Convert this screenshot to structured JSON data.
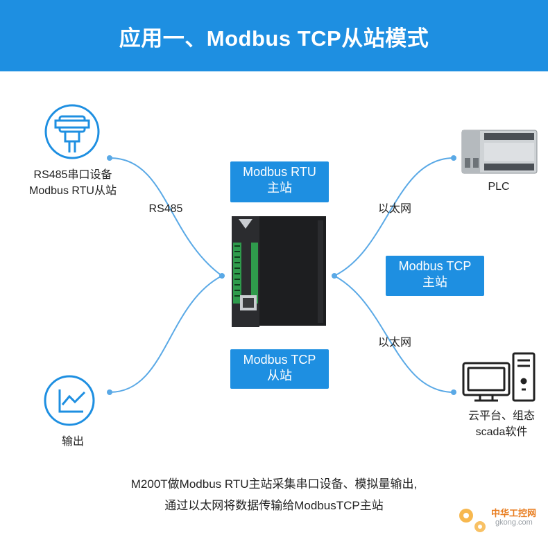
{
  "header": {
    "title": "应用一、Modbus TCP从站模式"
  },
  "nodes": {
    "serial_device": {
      "line1": "RS485串口设备",
      "line2": "Modbus RTU从站",
      "icon": "serial-connector-icon"
    },
    "analog_output": {
      "label": "输出",
      "icon": "line-chart-icon"
    },
    "plc": {
      "label": "PLC",
      "icon": "plc-device-icon"
    },
    "cloud": {
      "line1": "云平台、组态",
      "line2": "scada软件",
      "icon": "computer-icon"
    }
  },
  "links": {
    "rs485": "RS485",
    "ethernet_top": "以太网",
    "ethernet_bottom": "以太网"
  },
  "boxes": {
    "rtu_master": {
      "line1": "Modbus RTU",
      "line2": "主站"
    },
    "tcp_master": {
      "line1": "Modbus TCP",
      "line2": "主站"
    },
    "tcp_slave": {
      "line1": "Modbus TCP",
      "line2": "从站"
    }
  },
  "device": {
    "name": "M200T",
    "icon": "io-module-icon"
  },
  "footer": {
    "line1": "M200T做Modbus RTU主站采集串口设备、模拟量输出,",
    "line2": "通过以太网将数据传输给ModbusTCP主站"
  },
  "watermark": {
    "text": "中华工控网",
    "url": "gkong.com"
  },
  "colors": {
    "accent": "#1e8fe1",
    "line": "#5aa9e6"
  }
}
